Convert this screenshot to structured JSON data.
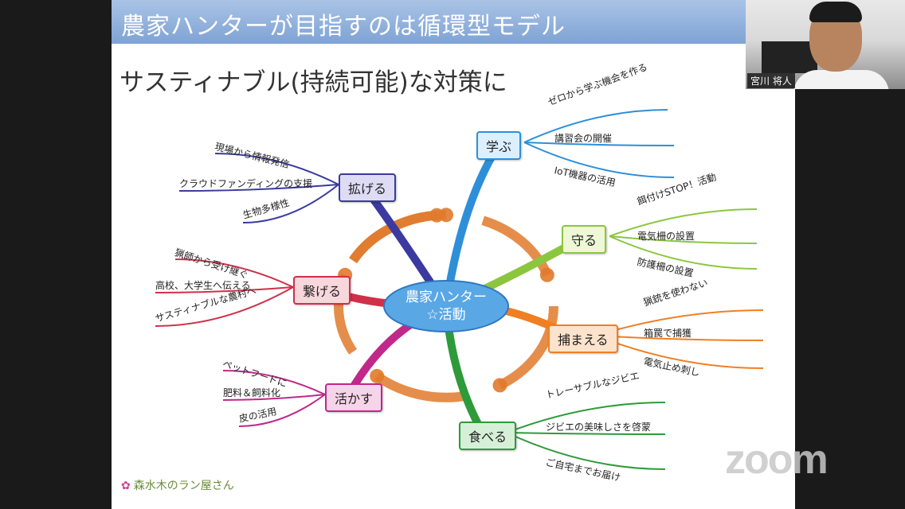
{
  "slide": {
    "title": "農家ハンターが目指すのは循環型モデル",
    "subtitle": "サスティナブル(持続可能)な対策に",
    "logo_text": "森水木のラン屋さん",
    "center": "農家ハンター\n☆活動"
  },
  "branches": [
    {
      "label": "学ぶ",
      "color": "#2e8fd8",
      "fill": "#dcefff",
      "leaves": [
        "ゼロから学ぶ機会を作る",
        "講習会の開催",
        "IoT機器の活用"
      ]
    },
    {
      "label": "守る",
      "color": "#8cc63f",
      "fill": "#eef7d6",
      "leaves": [
        "餌付けSTOP！活動",
        "電気柵の設置",
        "防護柵の設置"
      ]
    },
    {
      "label": "捕まえる",
      "color": "#f07f24",
      "fill": "#fde3cc",
      "leaves": [
        "猟銃を使わない",
        "箱罠で捕獲",
        "電気止め刺し"
      ]
    },
    {
      "label": "食べる",
      "color": "#2e9a3a",
      "fill": "#d6f0d8",
      "leaves": [
        "トレーサブルなジビエ",
        "ジビエの美味しさを啓蒙",
        "ご自宅までお届け"
      ]
    },
    {
      "label": "活かす",
      "color": "#c0288a",
      "fill": "#f6d4ea",
      "leaves": [
        "ペットフードに",
        "肥料＆飼料化",
        "皮の活用"
      ]
    },
    {
      "label": "繋げる",
      "color": "#d0304a",
      "fill": "#f8d7dc",
      "leaves": [
        "猟師から受け継ぐ",
        "高校、大学生へ伝える",
        "サスティナブルな農村へ"
      ]
    },
    {
      "label": "拡げる",
      "color": "#3a3aa0",
      "fill": "#dedcf5",
      "leaves": [
        "現場から情報発信",
        "クラウドファンディングの支援",
        "生物多様性"
      ]
    }
  ],
  "colors": {
    "title_bar": "#8fb0dc",
    "cycle_arrows": "#e07a2c"
  },
  "zoom_watermark": "zoom",
  "participant": {
    "name": "宮川 将人"
  }
}
